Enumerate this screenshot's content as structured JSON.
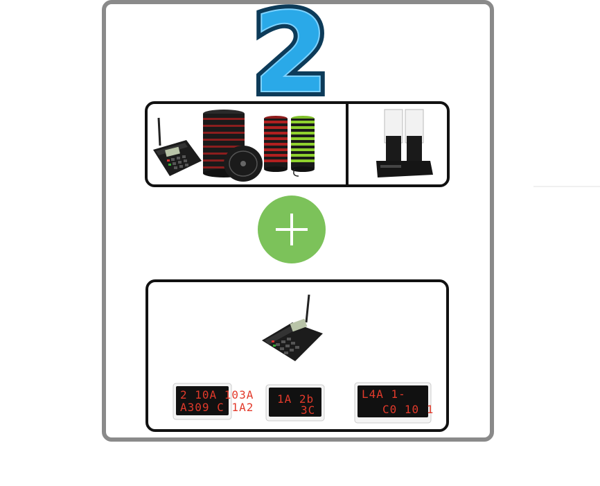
{
  "big_number": "2",
  "colors": {
    "number_fill": "#2aa9e8",
    "number_outline": "#0d3b59",
    "plus_circle": "#7cc25a",
    "card_border": "#8a8a8a",
    "panel_border": "#111111",
    "led": "#e23a2b"
  },
  "icons": {
    "plus": "plus-icon"
  },
  "displays": [
    {
      "line1": "2 10A  103A",
      "line2": "A309  C 1A2"
    },
    {
      "line1": "1A  2b",
      "line2": "3C"
    },
    {
      "line1": "L4A 1-",
      "line2": "C0 10 1"
    }
  ]
}
